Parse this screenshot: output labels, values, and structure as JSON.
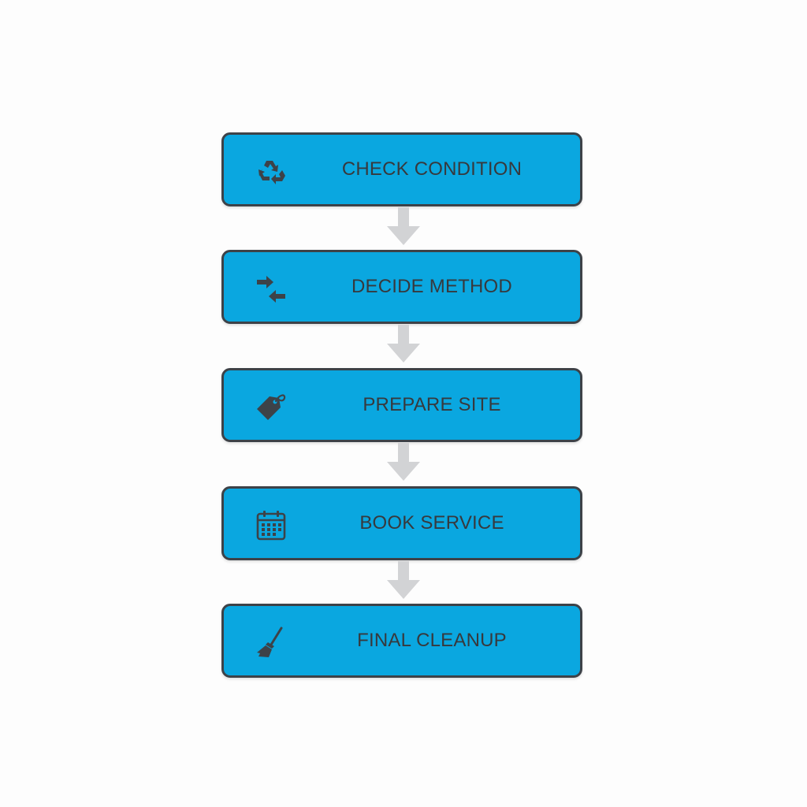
{
  "diagram": {
    "colors": {
      "box_fill": "#0aa7e0",
      "box_border": "#3d4248",
      "text": "#37393d",
      "icon": "#3d4248",
      "arrow": "#d2d3d5"
    },
    "steps": [
      {
        "label": "CHECK CONDITION",
        "icon": "recycle-icon"
      },
      {
        "label": "DECIDE METHOD",
        "icon": "swap-arrows-icon"
      },
      {
        "label": "PREPARE SITE",
        "icon": "tag-icon"
      },
      {
        "label": "BOOK SERVICE",
        "icon": "calendar-icon"
      },
      {
        "label": "FINAL CLEANUP",
        "icon": "broom-icon"
      }
    ]
  }
}
